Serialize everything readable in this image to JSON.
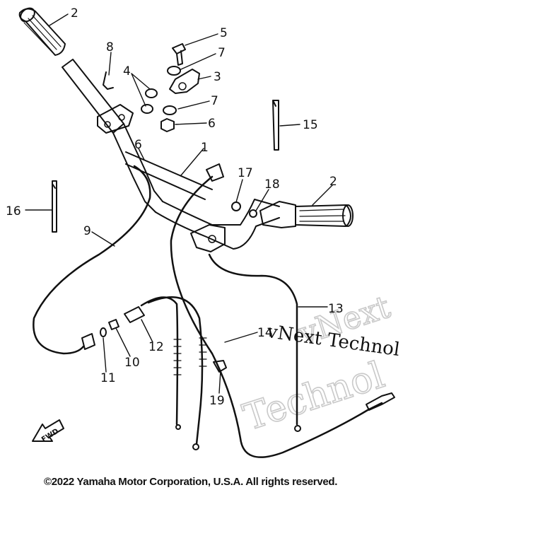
{
  "labels": {
    "l1": "1",
    "l2a": "2",
    "l2b": "2",
    "l3": "3",
    "l4": "4",
    "l5": "5",
    "l6a": "6",
    "l6b": "6",
    "l7a": "7",
    "l7b": "7",
    "l8": "8",
    "l9": "9",
    "l10": "10",
    "l11": "11",
    "l12": "12",
    "l13": "13",
    "l14": "14",
    "l15": "15",
    "l16": "16",
    "l17": "17",
    "l18": "18",
    "l19": "19"
  },
  "fwd_mark": "FWD",
  "watermark": {
    "line_top": "vNext",
    "line_mid": "vNext Technol",
    "line_bottom": "Technol"
  },
  "copyright": "©2022 Yamaha Motor Corporation, U.S.A. All rights reserved."
}
